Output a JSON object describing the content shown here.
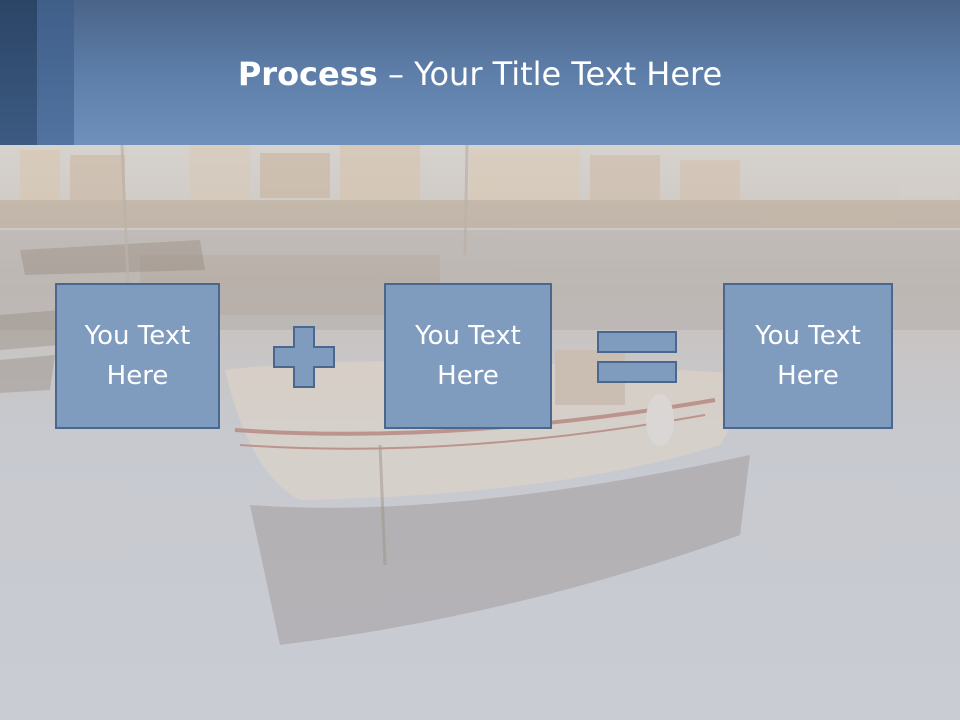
{
  "title": {
    "bold": "Process",
    "rest": " – Your Title Text Here"
  },
  "boxes": [
    {
      "text": "You Text\nHere"
    },
    {
      "text": "You Text\nHere"
    },
    {
      "text": "You Text\nHere"
    }
  ],
  "operators": [
    "plus-icon",
    "equals-icon"
  ],
  "colors": {
    "header": "#5d7ea9",
    "box_fill": "#7f9bbe",
    "box_border": "#4a6790",
    "background": "#c9ccd2"
  }
}
